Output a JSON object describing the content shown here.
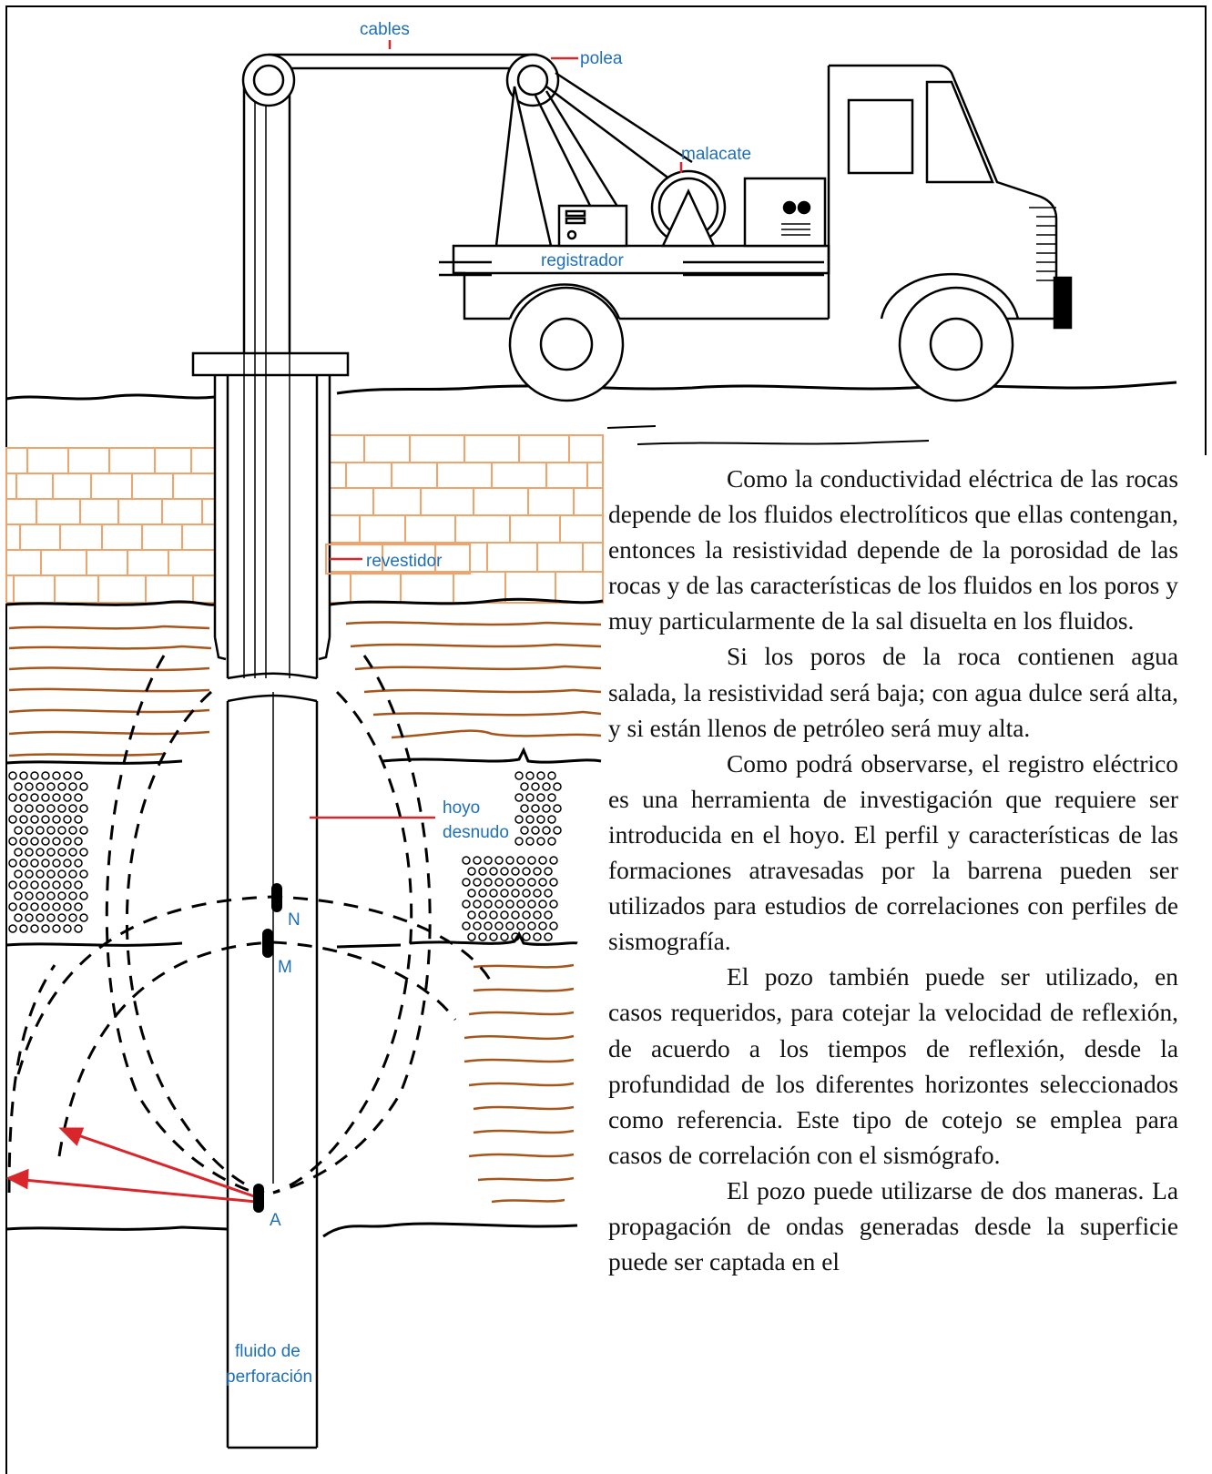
{
  "labels": {
    "cables": "cables",
    "polea": "polea",
    "malacate": "malacate",
    "registrador": "registrador",
    "revestidor": "revestidor",
    "hoyo_line1": "hoyo",
    "hoyo_line2": "desnudo",
    "electrode_n": "N",
    "electrode_m": "M",
    "electrode_a": "A",
    "fluido_line1": "fluido de",
    "fluido_line2": "perforación"
  },
  "paragraphs": [
    "Como la conductividad eléctrica de las rocas depende de los fluidos electrolíticos que ellas contengan, entonces la resistividad depende de la porosidad de las rocas y de las características de los fluidos en los poros y muy particularmente de la sal disuelta en los fluidos.",
    "Si los poros de la roca contienen agua salada, la resistividad será baja; con agua dulce será alta, y si están llenos de petróleo será muy alta.",
    "Como podrá observarse, el registro eléctrico es una herramienta de investigación que requiere ser introducida en el hoyo. El perfil y características de las formaciones atra­vesadas por la barrena pueden ser utilizados para estudios de correlaciones con perfiles de sismografía.",
    "El pozo también puede ser utiliza­do, en casos requeridos, para cotejar la veloci­dad de reflexión, de acuerdo a los tiempos de reflexión, desde la profundidad de los difer­entes horizontes seleccionados como referen­cia. Este tipo de cotejo se emplea para casos de correlación con el sismógrafo.",
    "El pozo puede utilizarse de dos ma­neras. La propagación de ondas generadas desde la superficie puede ser captada en el"
  ],
  "colors": {
    "label_blue": "#1f6fb6",
    "leader_red": "#d9262b",
    "limestone_orange": "#f0a36a",
    "shale_brown": "#a6551c",
    "arrow_red": "#d9262b"
  }
}
